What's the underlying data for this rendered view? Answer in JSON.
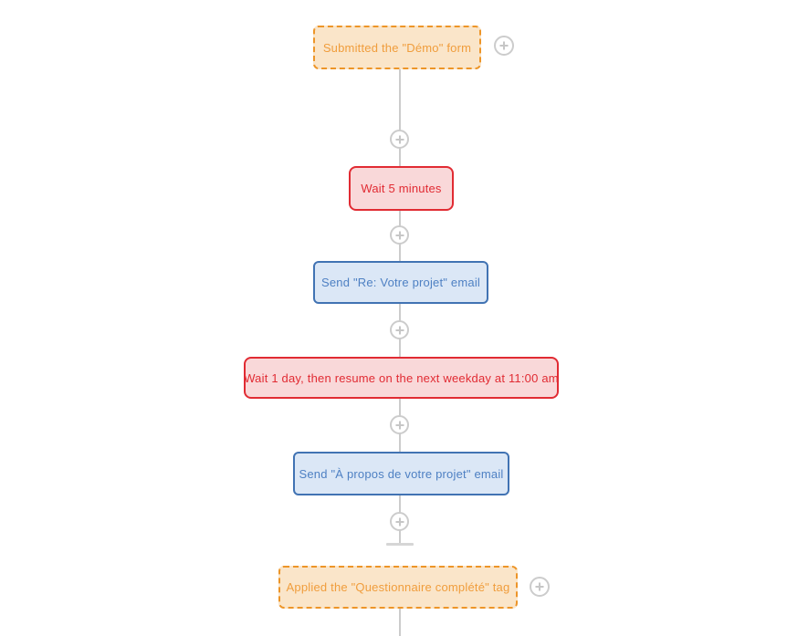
{
  "flow": {
    "nodes": [
      {
        "type": "trigger",
        "label": "Submitted the \"Démo\" form"
      },
      {
        "type": "wait",
        "label": "Wait 5 minutes"
      },
      {
        "type": "email",
        "label": "Send \"Re: Votre projet\" email"
      },
      {
        "type": "wait",
        "label": "Wait 1 day, then resume on the next weekday at 11:00 am"
      },
      {
        "type": "email",
        "label": "Send \"À propos de votre projet\" email"
      },
      {
        "type": "trigger",
        "label": "Applied the \"Questionnaire complété\" tag"
      }
    ]
  },
  "icons": {
    "add_step_plus": "+"
  },
  "colors": {
    "trigger_border": "#ed9528",
    "trigger_bg": "#fae5c9",
    "trigger_text": "#f09d3c",
    "wait_border": "#e12b33",
    "wait_bg": "#f9d8d9",
    "wait_text": "#e12b33",
    "email_border": "#4173b3",
    "email_bg": "#dbe7f6",
    "email_text": "#4e80c3",
    "connector": "#cccccc",
    "connector_cap": "#d6d6d6",
    "plus_glyph": "#c6c6c6"
  }
}
